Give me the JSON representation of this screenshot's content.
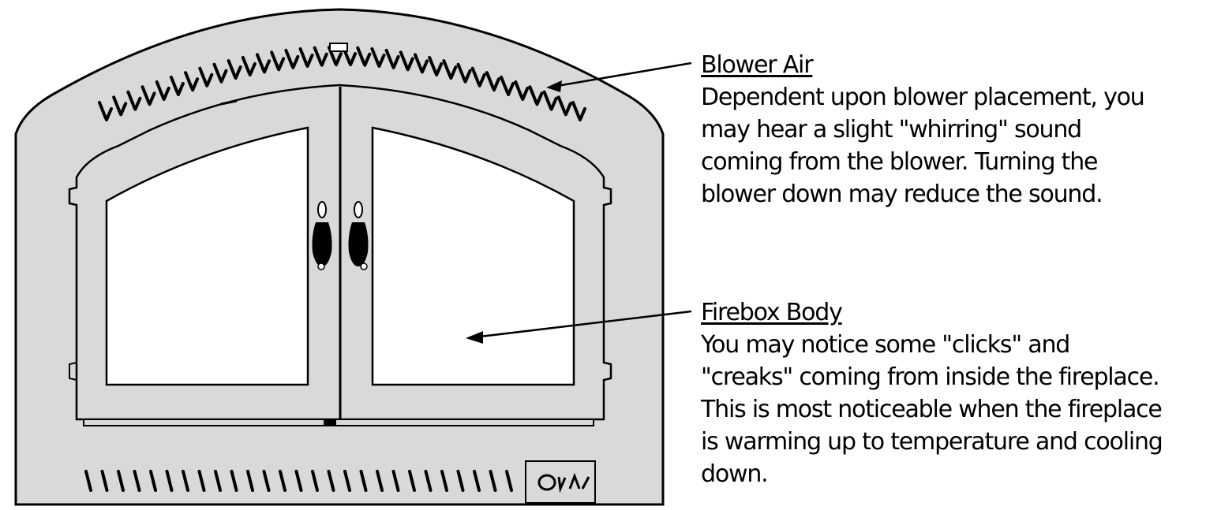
{
  "blower_callout": {
    "title": "Blower Air",
    "lines": [
      "Dependent upon blower placement, you",
      "may hear a slight \"whirring\" sound",
      "coming from the blower.  Turning the",
      "blower down may reduce the sound."
    ]
  },
  "firebox_callout": {
    "title": "Firebox Body",
    "lines": [
      "You may  notice some \"clicks\" and",
      "\"creaks\" coming from inside the fireplace.",
      "This is most noticeable when the fireplace",
      "is warming up to temperature and cooling",
      "down."
    ]
  },
  "colors": {
    "frame_fill": "#d9d9d9",
    "glass_fill": "#ffffff",
    "line": "#000000"
  }
}
